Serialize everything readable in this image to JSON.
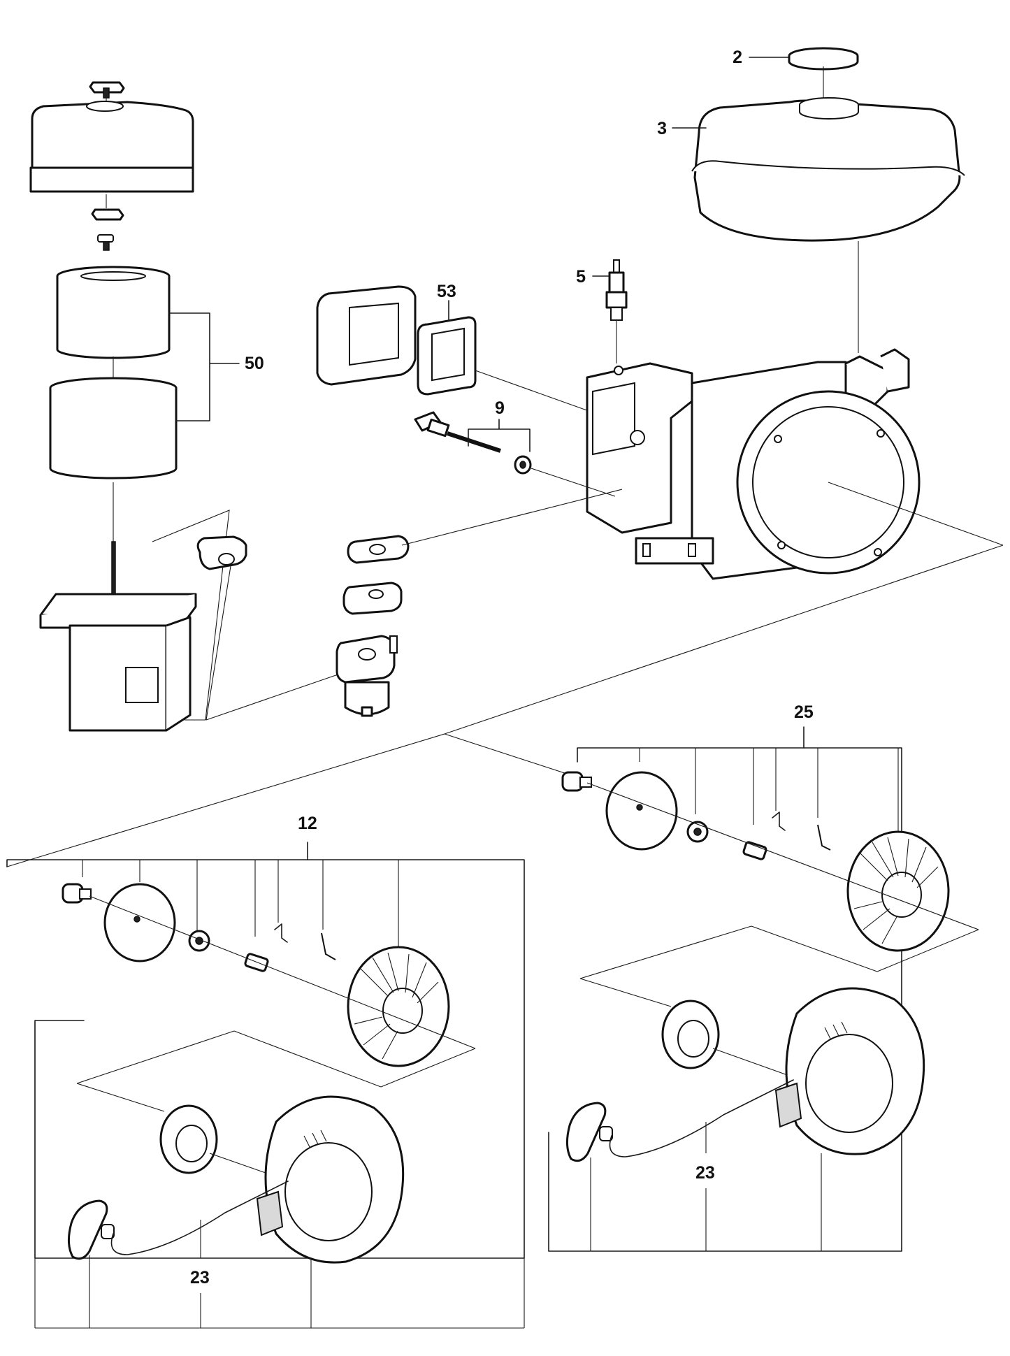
{
  "callouts": {
    "c2": "2",
    "c3": "3",
    "c5": "5",
    "c53": "53",
    "c9": "9",
    "c50": "50",
    "c25": "25",
    "c12": "12",
    "c23_right": "23",
    "c23_left": "23"
  },
  "colors": {
    "line": "#111111",
    "background": "#ffffff"
  }
}
